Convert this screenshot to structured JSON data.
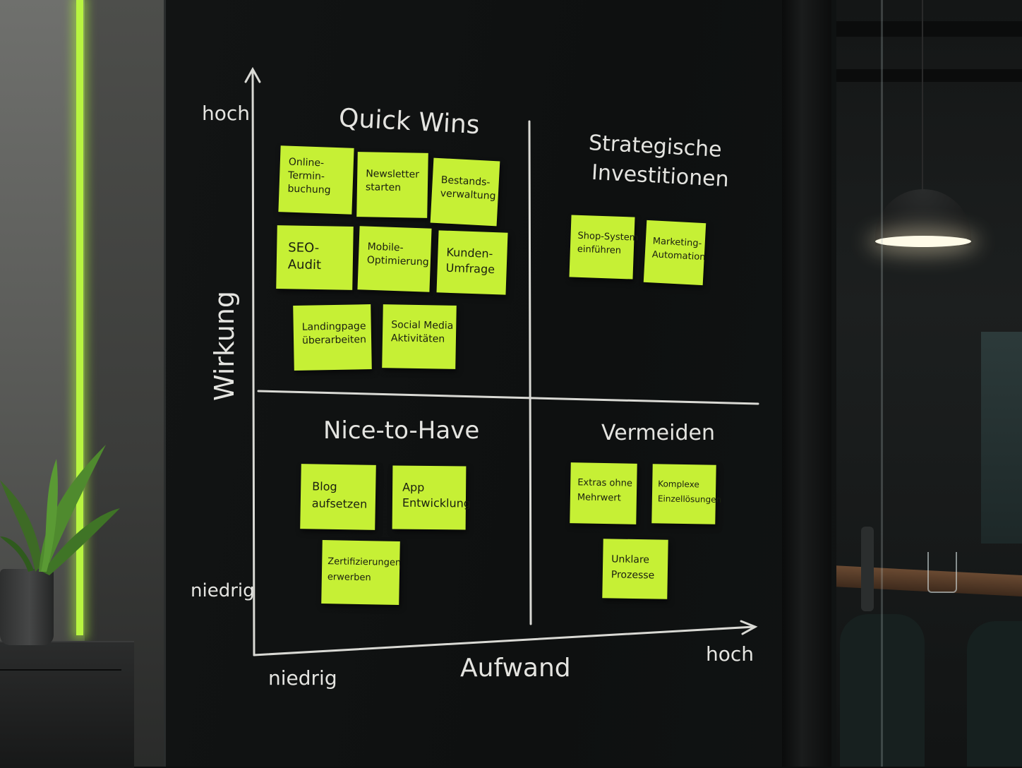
{
  "axes": {
    "y_label": "Wirkung",
    "y_high": "hoch",
    "y_low": "niedrig",
    "x_label": "Aufwand",
    "x_low": "niedrig",
    "x_high": "hoch"
  },
  "quadrants": {
    "quick_wins": {
      "title": "Quick Wins",
      "notes": [
        {
          "lines": [
            "Online-",
            "Termin-",
            "buchung"
          ]
        },
        {
          "lines": [
            "Newsletter",
            "starten"
          ]
        },
        {
          "lines": [
            "Bestands-",
            "verwaltung"
          ]
        },
        {
          "lines": [
            "SEO-",
            "Audit"
          ]
        },
        {
          "lines": [
            "Mobile-",
            "Optimierung"
          ]
        },
        {
          "lines": [
            "Kunden-",
            "Umfrage"
          ]
        },
        {
          "lines": [
            "Landingpage",
            "überarbeiten"
          ]
        },
        {
          "lines": [
            "Social Media",
            "Aktivitäten"
          ]
        }
      ]
    },
    "strategic": {
      "title_line1": "Strategische",
      "title_line2": "Investitionen",
      "notes": [
        {
          "lines": [
            "Shop-System",
            "einführen"
          ]
        },
        {
          "lines": [
            "Marketing-",
            "Automation"
          ]
        }
      ]
    },
    "nice_to_have": {
      "title": "Nice-to-Have",
      "notes": [
        {
          "lines": [
            "Blog",
            "aufsetzen"
          ]
        },
        {
          "lines": [
            "App",
            "Entwicklung"
          ]
        },
        {
          "lines": [
            "Zertifizierungen",
            "erwerben"
          ]
        }
      ]
    },
    "avoid": {
      "title": "Vermeiden",
      "notes": [
        {
          "lines": [
            "Extras ohne",
            "Mehrwert"
          ]
        },
        {
          "lines": [
            "Komplexe",
            "Einzellösungen"
          ]
        },
        {
          "lines": [
            "Unklare",
            "Prozesse"
          ]
        }
      ]
    }
  },
  "colors": {
    "note": "#c6f035",
    "chalk": "#e4e4e0",
    "board": "#0e1010",
    "led": "#b8f540"
  }
}
